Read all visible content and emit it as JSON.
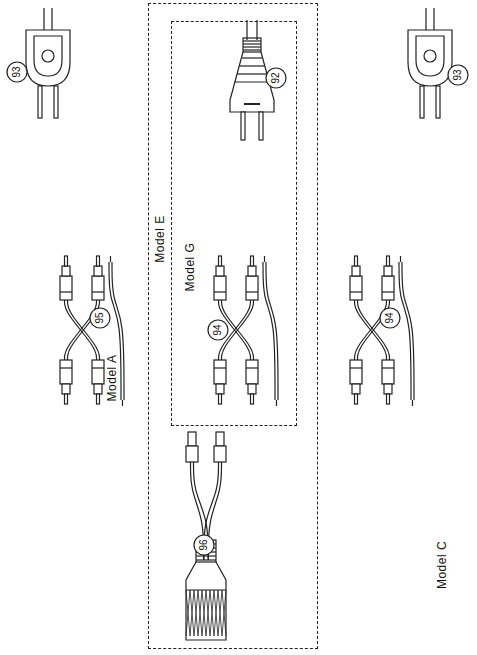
{
  "diagram": {
    "nodes": [
      {
        "text": [
          "Model E"
        ]
      },
      {
        "text": [
          "Model G"
        ],
        "in": 0
      }
    ],
    "labels": [
      "93",
      "95",
      "Model A",
      "92",
      "94",
      "96",
      "93",
      "94",
      "Model C"
    ]
  }
}
